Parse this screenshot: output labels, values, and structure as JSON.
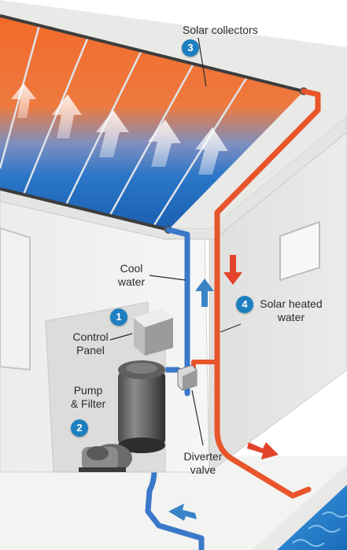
{
  "labels": {
    "solar_collectors": "Solar collectors",
    "cool_water": [
      "Cool",
      "water"
    ],
    "control_panel": [
      "Control",
      "Panel"
    ],
    "pump_filter": [
      "Pump",
      "& Filter"
    ],
    "solar_heated_water": [
      "Solar heated",
      "water"
    ],
    "diverter_valve": [
      "Diverter",
      "valve"
    ]
  },
  "badges": {
    "control_panel": "1",
    "pump_filter": "2",
    "solar_collectors": "3",
    "solar_heated_water": "4"
  },
  "colors": {
    "hot_pipe": "#e8552a",
    "cool_pipe": "#3a78c9",
    "flow_arrow_hot": "#e2432a",
    "flow_arrow_cool": "#3a83c7",
    "badge": "#1e7fc0",
    "panel_hot": "#ee6a2e",
    "panel_cold": "#1f6fc1",
    "pool_water": "#2f8fd3"
  },
  "icons": {
    "flow_up": "arrow-up-icon",
    "flow_down": "arrow-down-icon",
    "flow_into_pool": "arrow-right-icon",
    "flow_from_pool": "arrow-left-icon"
  }
}
